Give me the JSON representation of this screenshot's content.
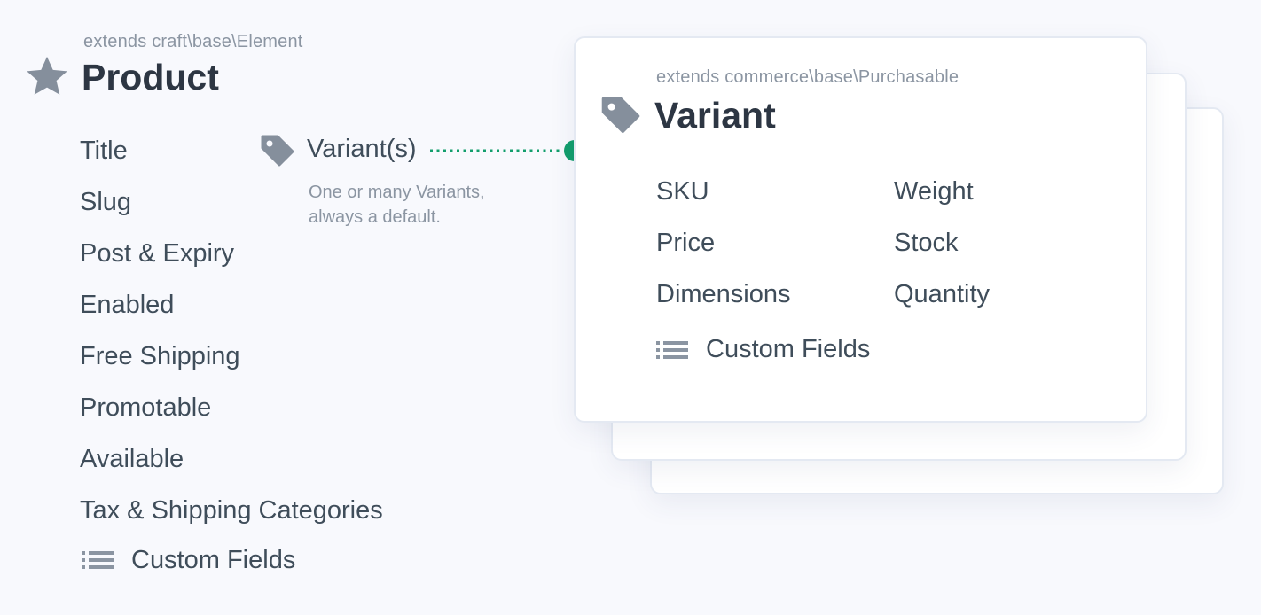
{
  "product": {
    "extends": "extends craft\\base\\Element",
    "title": "Product",
    "icon": "star-icon",
    "fields": [
      "Title",
      "Slug",
      "Post & Expiry",
      "Enabled",
      "Free Shipping",
      "Promotable",
      "Available",
      "Tax & Shipping Categories"
    ],
    "custom_fields_label": "Custom Fields"
  },
  "relation": {
    "icon": "tag-icon",
    "label": "Variant(s)",
    "description_line1": "One or many Variants,",
    "description_line2": "always a default.",
    "connector_color": "#129e6c"
  },
  "variant": {
    "extends": "extends commerce\\base\\Purchasable",
    "title": "Variant",
    "icon": "tag-icon",
    "fields_left": [
      "SKU",
      "Price",
      "Dimensions"
    ],
    "fields_right": [
      "Weight",
      "Stock",
      "Quantity"
    ],
    "custom_fields_label": "Custom Fields"
  },
  "colors": {
    "background": "#f8f9fd",
    "heading": "#2d3643",
    "text": "#3f4d5a",
    "muted": "#8b95a2",
    "accent": "#129e6c"
  }
}
